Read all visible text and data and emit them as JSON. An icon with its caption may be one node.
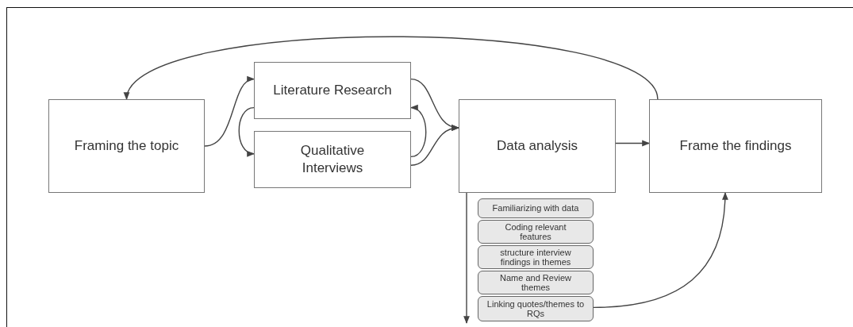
{
  "diagram": {
    "nodes": [
      {
        "text": [
          "Framing the topic"
        ]
      },
      {
        "text": [
          "Literature Research"
        ]
      },
      {
        "text": [
          "Qualitative Interviews"
        ]
      },
      {
        "text": [
          "Data analysis"
        ]
      },
      {
        "text": [
          "Frame the findings"
        ]
      },
      {
        "text": [
          "Familiarizing with data"
        ]
      },
      {
        "text": [
          "Coding relevant features"
        ]
      },
      {
        "text": [
          "structure interview findings in themes"
        ]
      },
      {
        "text": [
          "Name and Review themes"
        ]
      },
      {
        "text": [
          "Linking quotes/themes to RQs"
        ]
      }
    ],
    "edges": [
      {
        "from": 0,
        "to": 1,
        "arrow": "to"
      },
      {
        "from": 1,
        "to": 2,
        "arrow": "to"
      },
      {
        "from": 2,
        "to": 1,
        "arrow": "to"
      },
      {
        "from": 1,
        "to": 3,
        "arrow": "to"
      },
      {
        "from": 2,
        "to": 3,
        "arrow": "to"
      },
      {
        "from": 3,
        "to": 4,
        "arrow": "to"
      },
      {
        "from": 4,
        "to": 0,
        "arrow": "to"
      },
      {
        "from": 9,
        "to": 4,
        "arrow": "to"
      },
      {
        "from": 3,
        "to": 9,
        "arrow": "to"
      }
    ]
  }
}
